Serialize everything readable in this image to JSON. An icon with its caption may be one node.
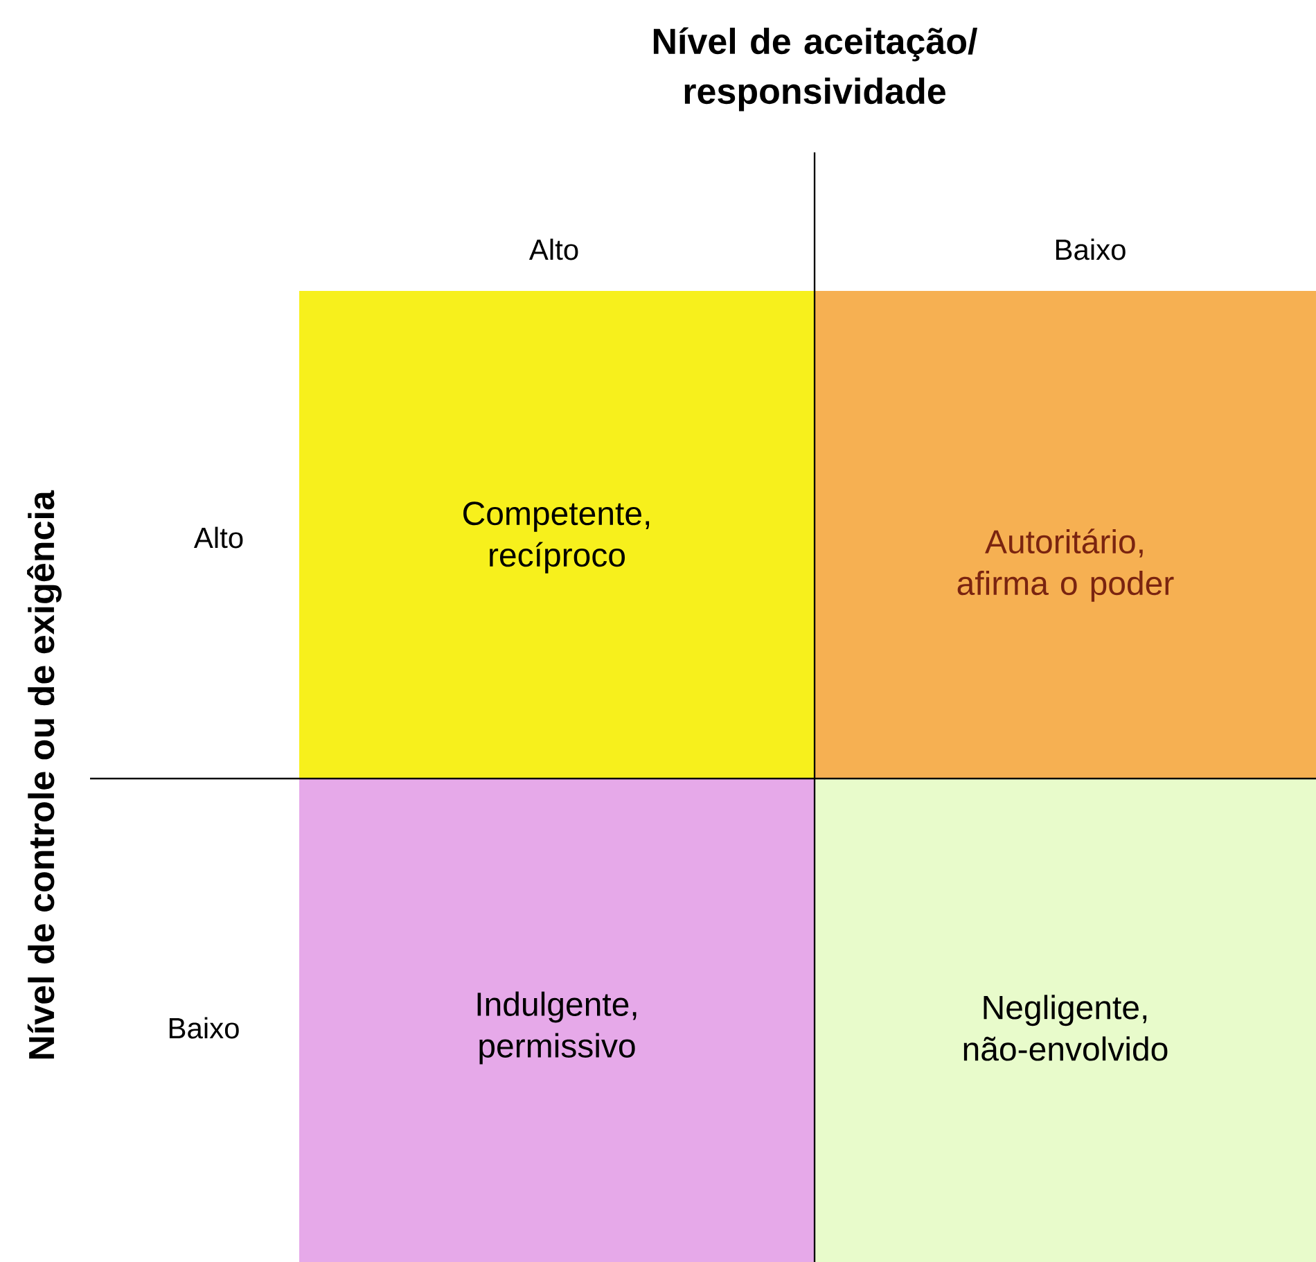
{
  "diagram": {
    "title": "Nível de aceitação/ responsividade",
    "nodes": [
      {
        "text": [
          "Competente, recíproco"
        ]
      },
      {
        "text": [
          "Autoritário, afirma o poder"
        ]
      },
      {
        "text": [
          "Indulgente, permissivo"
        ]
      },
      {
        "text": [
          "Negligente, não-envolvido"
        ]
      }
    ],
    "labels": [
      "Alto",
      "Baixo",
      "Nível de controle ou de exigência",
      "Alto",
      "Baixo"
    ]
  }
}
